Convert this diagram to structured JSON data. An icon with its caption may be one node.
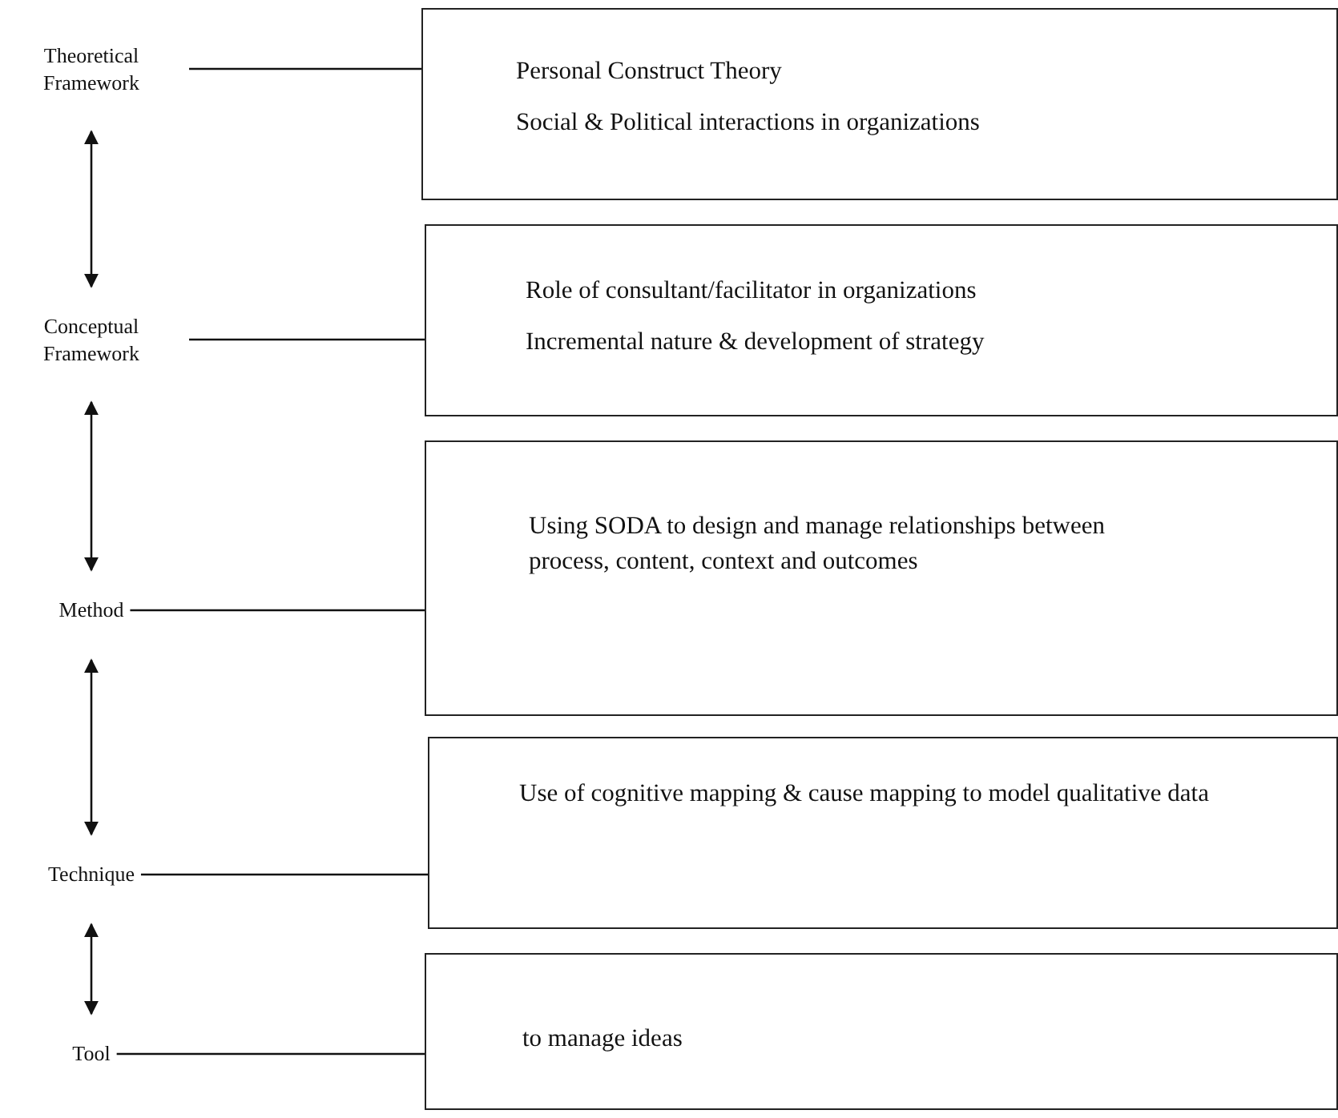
{
  "diagram": {
    "nodes": [
      {
        "text": [
          "Theoretical Framework"
        ]
      },
      {
        "text": [
          "Personal Construct Theory",
          "Social & Political interactions in organizations"
        ]
      },
      {
        "text": [
          "Conceptual Framework"
        ]
      },
      {
        "text": [
          "Role of consultant/facilitator in organizations",
          "Incremental nature & development of strategy"
        ]
      },
      {
        "text": [
          "Method"
        ]
      },
      {
        "text": [
          "Using SODA to design and manage relationships between process, content, context and outcomes"
        ]
      },
      {
        "text": [
          "Technique"
        ]
      },
      {
        "text": [
          "Use of cognitive mapping & cause mapping to model qualitative data"
        ]
      },
      {
        "text": [
          "Tool"
        ]
      },
      {
        "text": [
          "to manage ideas"
        ]
      }
    ],
    "edges": [
      {
        "from": 0,
        "to": 1,
        "arrow": "none"
      },
      {
        "from": 2,
        "to": 3,
        "arrow": "none"
      },
      {
        "from": 4,
        "to": 5,
        "arrow": "none"
      },
      {
        "from": 6,
        "to": 7,
        "arrow": "none"
      },
      {
        "from": 8,
        "to": 9,
        "arrow": "none"
      },
      {
        "from": 0,
        "to": 2,
        "arrow": "both"
      },
      {
        "from": 2,
        "to": 4,
        "arrow": "both"
      },
      {
        "from": 4,
        "to": 6,
        "arrow": "both"
      },
      {
        "from": 6,
        "to": 8,
        "arrow": "both"
      }
    ]
  }
}
